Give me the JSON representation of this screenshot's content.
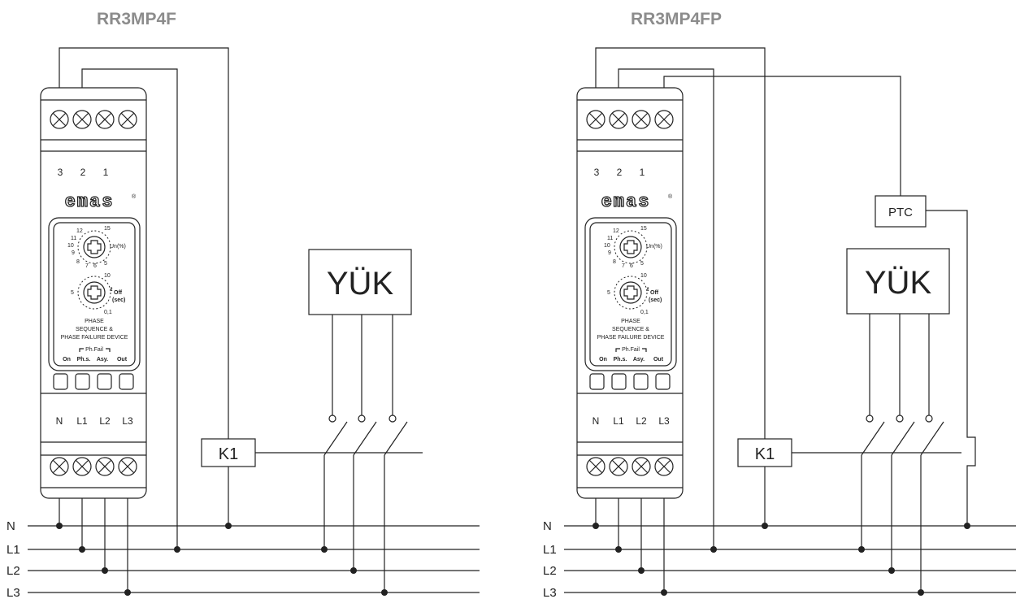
{
  "left": {
    "title": "RR3MP4F",
    "top_terminals": [
      "3",
      "2",
      "1"
    ],
    "bottom_terminals": [
      "N",
      "L1",
      "L2",
      "L3"
    ],
    "brand": "emas",
    "registered": "®",
    "un_scale": [
      "12",
      "15",
      "11",
      "10",
      "9",
      "8",
      "7",
      "6",
      "5"
    ],
    "un_label": "Un(%)",
    "t_scale": [
      "10",
      "5",
      "0,1"
    ],
    "t_label": "t",
    "off_label": "Off",
    "sec_label": "(sec)",
    "device_text": [
      "PHASE",
      "SEQUENCE &",
      "PHASE FAILURE DEVICE"
    ],
    "ph_fail": "Ph.Fail",
    "leds": [
      "On",
      "Ph.s.",
      "Asy.",
      "Out"
    ],
    "load": "YÜK",
    "relay": "K1"
  },
  "right": {
    "title": "RR3MP4FP",
    "top_terminals": [
      "3",
      "2",
      "1"
    ],
    "bottom_terminals": [
      "N",
      "L1",
      "L2",
      "L3"
    ],
    "brand": "emas",
    "registered": "®",
    "un_scale": [
      "12",
      "15",
      "11",
      "10",
      "9",
      "8",
      "7",
      "6",
      "5"
    ],
    "un_label": "Un(%)",
    "t_scale": [
      "10",
      "5",
      "0,1"
    ],
    "t_label": "t",
    "off_label": "Off",
    "sec_label": "(sec)",
    "device_text": [
      "PHASE",
      "SEQUENCE &",
      "PHASE FAILURE DEVICE"
    ],
    "ph_fail": "Ph.Fail",
    "leds": [
      "On",
      "Ph.s.",
      "Asy.",
      "Out"
    ],
    "load": "YÜK",
    "relay": "K1",
    "sensor": "PTC"
  },
  "lines": [
    "N",
    "L1",
    "L2",
    "L3"
  ]
}
